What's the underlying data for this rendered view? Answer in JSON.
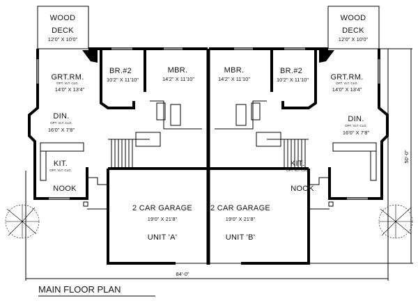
{
  "plan": {
    "title": "MAIN FLOOR PLAN",
    "overall_width": "84'-0\"",
    "overall_depth": "50'-0\"",
    "unit_a": {
      "deck": {
        "line1": "WOOD",
        "line2": "DECK",
        "size": "12'0\" X 10'0\""
      },
      "great_room": {
        "name": "GRT.RM.",
        "note": "OPT. VLT. CLG.",
        "size": "14'0\" X 13'4\""
      },
      "bedroom2": {
        "name": "BR.#2",
        "size": "10'2\" X 11'10\""
      },
      "master": {
        "name": "MBR.",
        "size": "14'2\" X 11'10\""
      },
      "dining": {
        "name": "DIN.",
        "note": "OPT. VLT. CLG.",
        "size": "16'0\" X 7'8\""
      },
      "kitchen": {
        "name": "KIT.",
        "note": "OPT. VLT. CLG."
      },
      "nook": {
        "name": "NOOK"
      },
      "garage": {
        "name": "2 CAR GARAGE",
        "size": "19'0\" X 21'8\""
      },
      "unit": "UNIT 'A'"
    },
    "unit_b": {
      "deck": {
        "line1": "WOOD",
        "line2": "DECK",
        "size": "12'0\" X 10'0\""
      },
      "great_room": {
        "name": "GRT.RM.",
        "note": "OPT. VLT. CLG.",
        "size": "14'0\" X 13'4\""
      },
      "bedroom2": {
        "name": "BR.#2",
        "size": "10'2\" X 11'10\""
      },
      "master": {
        "name": "MBR.",
        "size": "14'2\" X 11'10\""
      },
      "dining": {
        "name": "DIN.",
        "note": "OPT. VLT. CLG.",
        "size": "16'0\" X 7'8\""
      },
      "kitchen": {
        "name": "KIT.",
        "note": "OPT. VLT. CLG."
      },
      "nook": {
        "name": "NOOK"
      },
      "garage": {
        "name": "2 CAR GARAGE",
        "size": "19'0\" X 21'8\""
      },
      "unit": "UNIT 'B'"
    }
  }
}
